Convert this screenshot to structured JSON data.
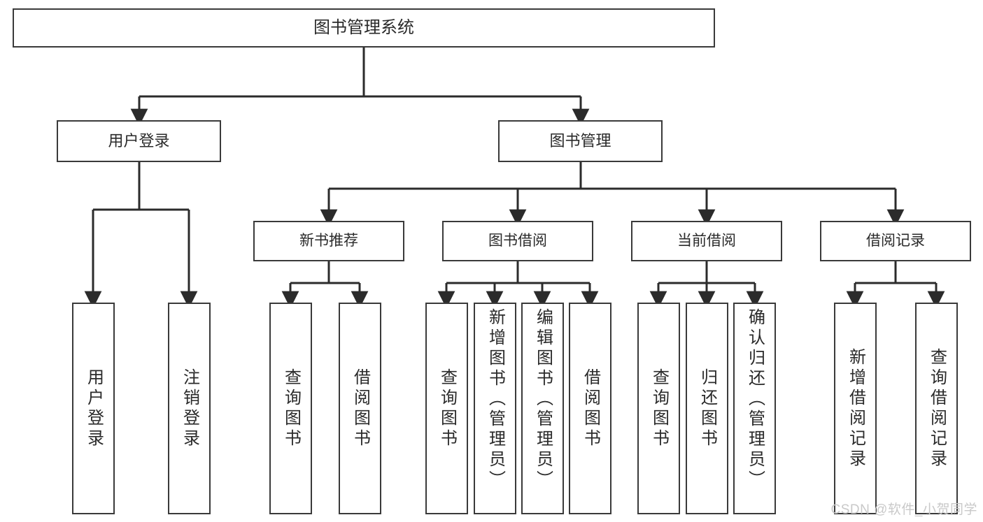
{
  "diagram": {
    "title": "图书管理系统",
    "type": "tree-hierarchy-function-diagram",
    "watermark": "CSDN @软件_小贺同学",
    "colors": {
      "background": "#ffffff",
      "box_border": "#3a3a3a",
      "box_fill": "#ffffff",
      "text": "#2a2a2a",
      "connector": "#2b2b2b",
      "watermark": "#c9c9c9"
    },
    "root": {
      "label": "图书管理系统"
    },
    "level2": [
      {
        "label": "用户登录"
      },
      {
        "label": "图书管理"
      }
    ],
    "level3": [
      {
        "label": "新书推荐"
      },
      {
        "label": "图书借阅"
      },
      {
        "label": "当前借阅"
      },
      {
        "label": "借阅记录"
      }
    ],
    "leaves": {
      "user_login": [
        {
          "label": "用户登录"
        },
        {
          "label": "注销登录"
        }
      ],
      "new_book_recommend": [
        {
          "label": "查询图书"
        },
        {
          "label": "借阅图书"
        }
      ],
      "book_borrow": [
        {
          "label": "查询图书"
        },
        {
          "label": "新增图书（管理员）"
        },
        {
          "label": "编辑图书（管理员）"
        },
        {
          "label": "借阅图书"
        }
      ],
      "current_borrow": [
        {
          "label": "查询图书"
        },
        {
          "label": "归还图书"
        },
        {
          "label": "确认归还（管理员）"
        }
      ],
      "borrow_record": [
        {
          "label": "新增借阅记录"
        },
        {
          "label": "查询借阅记录"
        }
      ]
    }
  }
}
